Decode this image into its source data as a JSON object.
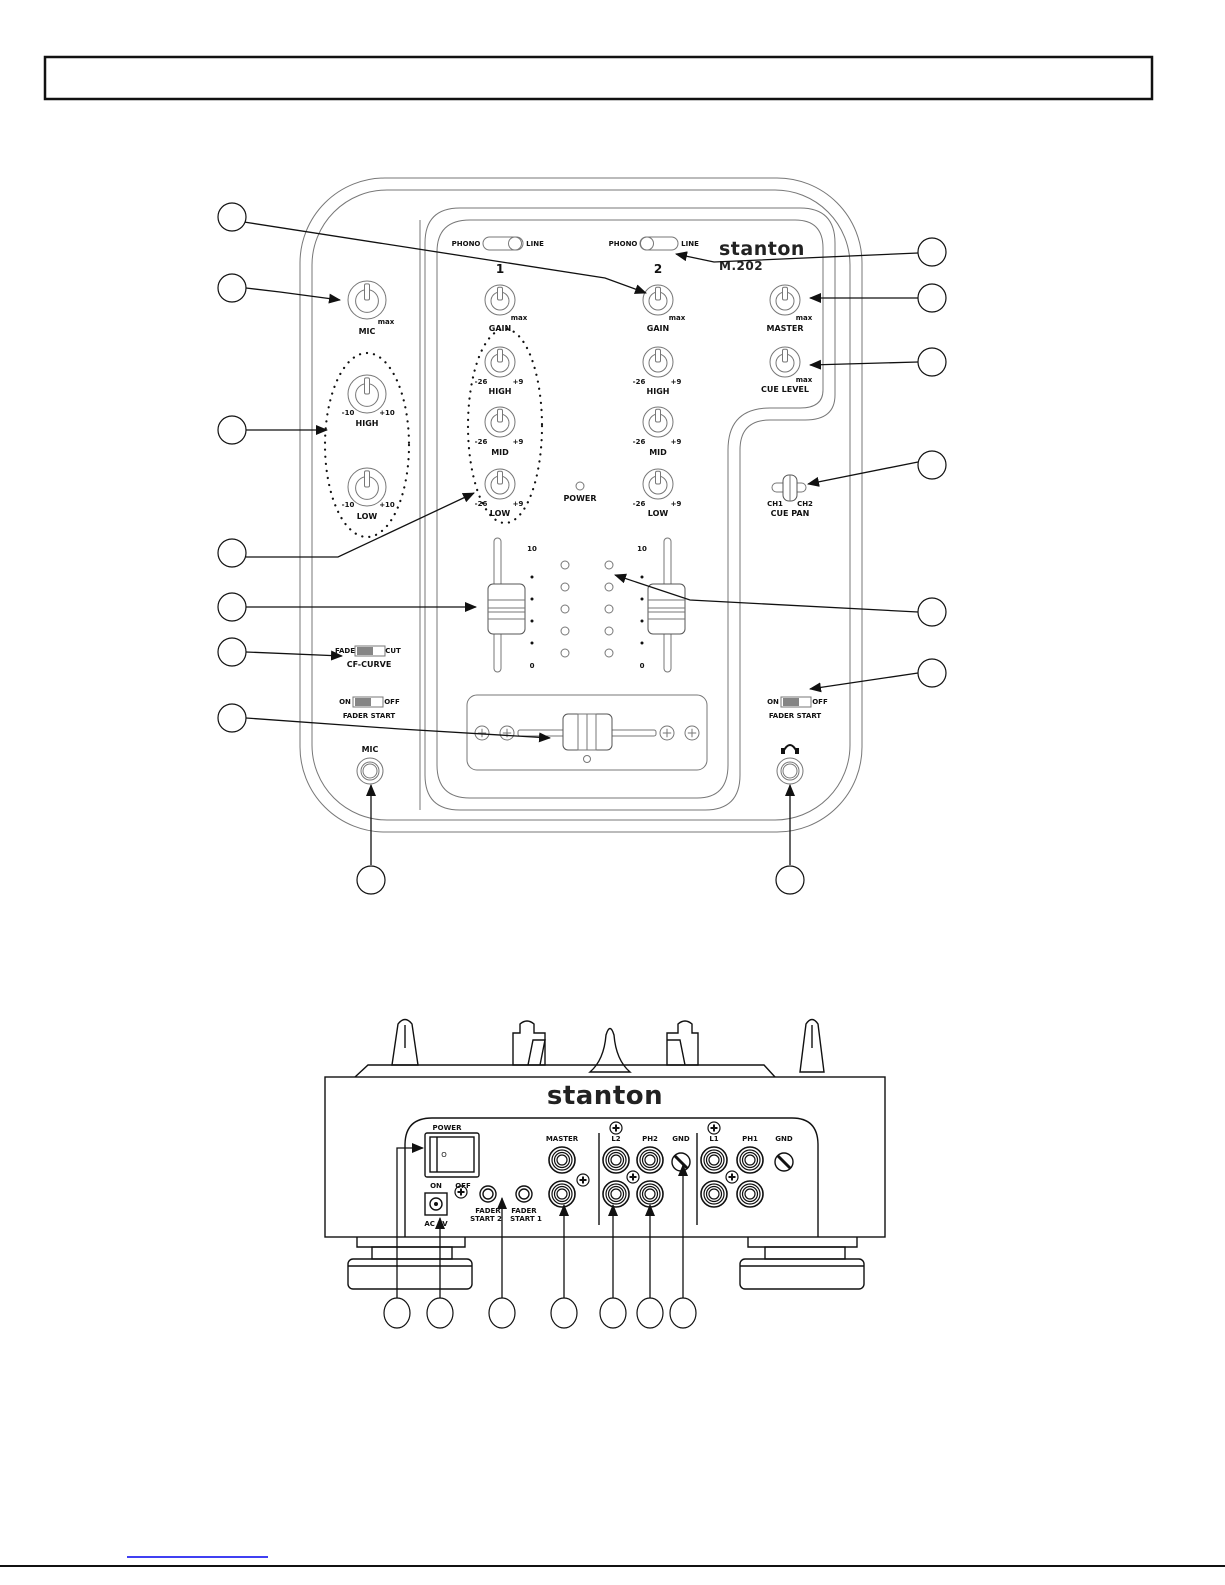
{
  "top_view": {
    "channel_numbers": [
      "1",
      "2"
    ],
    "input_switch": {
      "left": "PHONO",
      "right": "LINE"
    },
    "brand": "stanton",
    "model": "M.202",
    "mic_knob": {
      "label": "MIC",
      "max": "max"
    },
    "mic_eq": {
      "high": "HIGH",
      "low": "LOW",
      "min": "-10",
      "max": "+10"
    },
    "gain": {
      "label": "GAIN",
      "max": "max"
    },
    "eq": {
      "high": "HIGH",
      "mid": "MID",
      "low": "LOW",
      "min": "-26",
      "max": "+9"
    },
    "master": {
      "label": "MASTER",
      "max": "max"
    },
    "cue_level": {
      "label": "CUE LEVEL",
      "max": "max"
    },
    "cue_pan": {
      "label": "CUE PAN",
      "left": "CH1",
      "right": "CH2"
    },
    "power": "POWER",
    "fader_scale": {
      "top": "10",
      "bottom": "0"
    },
    "cf_curve": {
      "label": "CF-CURVE",
      "left": "FADE",
      "right": "CUT"
    },
    "fader_start": {
      "label": "FADER START",
      "on": "ON",
      "off": "OFF"
    },
    "mic_jack": "MIC"
  },
  "rear_view": {
    "brand": "stanton",
    "power": {
      "label": "POWER",
      "on": "ON",
      "off": "OFF",
      "symbol": "O"
    },
    "ac": "AC 9V",
    "fader_start_2": [
      "FADER",
      "START 2"
    ],
    "fader_start_1": [
      "FADER",
      "START 1"
    ],
    "master": "MASTER",
    "l2": "L2",
    "ph2": "PH2",
    "gnd": "GND",
    "l1": "L1",
    "ph1": "PH1"
  }
}
